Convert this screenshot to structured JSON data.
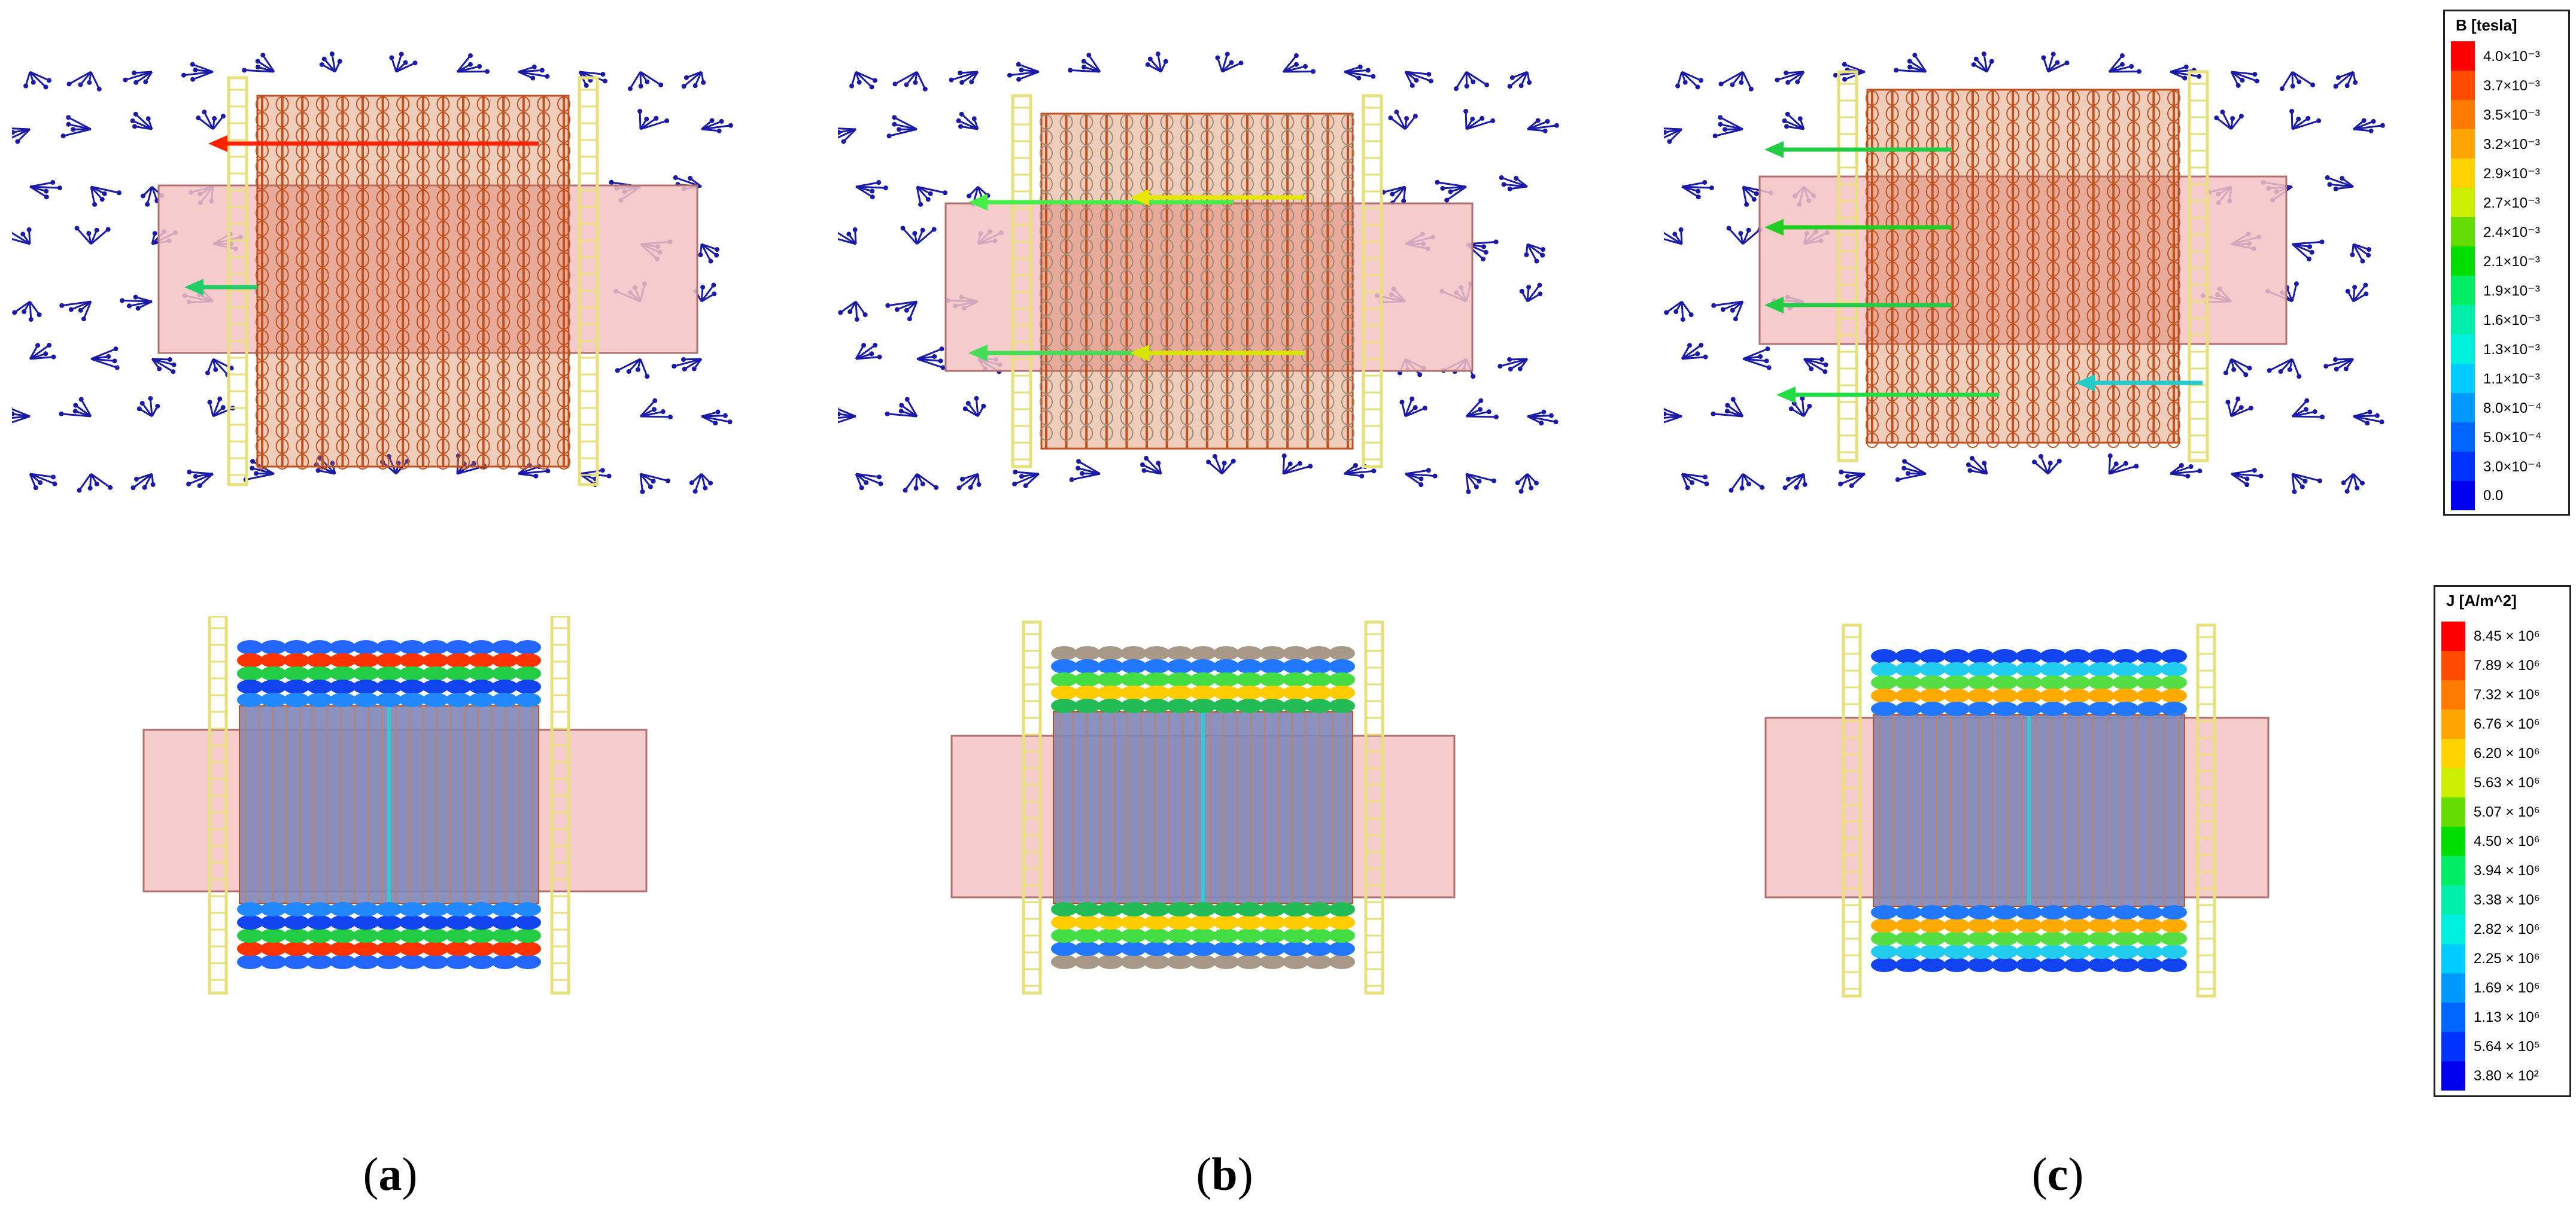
{
  "captions": [
    {
      "open": "(",
      "letter": "a",
      "close": ")"
    },
    {
      "open": "(",
      "letter": "b",
      "close": ")"
    },
    {
      "open": "(",
      "letter": "c",
      "close": ")"
    }
  ],
  "legend_b": {
    "title": "B [tesla]",
    "entries": [
      {
        "label": "4.0×10⁻³",
        "color": "#ff0000"
      },
      {
        "label": "3.7×10⁻³",
        "color": "#ff4a00"
      },
      {
        "label": "3.5×10⁻³",
        "color": "#ff7a00"
      },
      {
        "label": "3.2×10⁻³",
        "color": "#ffa500"
      },
      {
        "label": "2.9×10⁻³",
        "color": "#ffd200"
      },
      {
        "label": "2.7×10⁻³",
        "color": "#ccee00"
      },
      {
        "label": "2.4×10⁻³",
        "color": "#66dd00"
      },
      {
        "label": "2.1×10⁻³",
        "color": "#00dd00"
      },
      {
        "label": "1.9×10⁻³",
        "color": "#00ee66"
      },
      {
        "label": "1.6×10⁻³",
        "color": "#00eeaa"
      },
      {
        "label": "1.3×10⁻³",
        "color": "#00eedd"
      },
      {
        "label": "1.1×10⁻³",
        "color": "#00ccff"
      },
      {
        "label": "8.0×10⁻⁴",
        "color": "#0099ff"
      },
      {
        "label": "5.0×10⁻⁴",
        "color": "#0066ff"
      },
      {
        "label": "3.0×10⁻⁴",
        "color": "#0033ff"
      },
      {
        "label": "0.0",
        "color": "#0000ee"
      }
    ]
  },
  "legend_j": {
    "title": "J [A/m^2]",
    "entries": [
      {
        "label": "8.45 × 10⁶",
        "color": "#ff0000"
      },
      {
        "label": "7.89 × 10⁶",
        "color": "#ff4a00"
      },
      {
        "label": "7.32 × 10⁶",
        "color": "#ff7a00"
      },
      {
        "label": "6.76 × 10⁶",
        "color": "#ffa500"
      },
      {
        "label": "6.20 × 10⁶",
        "color": "#ffd200"
      },
      {
        "label": "5.63 × 10⁶",
        "color": "#ccee00"
      },
      {
        "label": "5.07 × 10⁶",
        "color": "#66dd00"
      },
      {
        "label": "4.50 × 10⁶",
        "color": "#00dd00"
      },
      {
        "label": "3.94 × 10⁶",
        "color": "#00ee66"
      },
      {
        "label": "3.38 × 10⁶",
        "color": "#00eeaa"
      },
      {
        "label": "2.82 × 10⁶",
        "color": "#00eedd"
      },
      {
        "label": "2.25 × 10⁶",
        "color": "#00ccff"
      },
      {
        "label": "1.69 × 10⁶",
        "color": "#0099ff"
      },
      {
        "label": "1.13 × 10⁶",
        "color": "#0066ff"
      },
      {
        "label": "5.64 × 10⁵",
        "color": "#0033ff"
      },
      {
        "label": "3.80 × 10²",
        "color": "#0000ee"
      }
    ]
  },
  "colors": {
    "arrow": "#1a1aa8",
    "coil": "#c0501e",
    "core": "#f4c2c2",
    "frame": "#e8e07a"
  }
}
